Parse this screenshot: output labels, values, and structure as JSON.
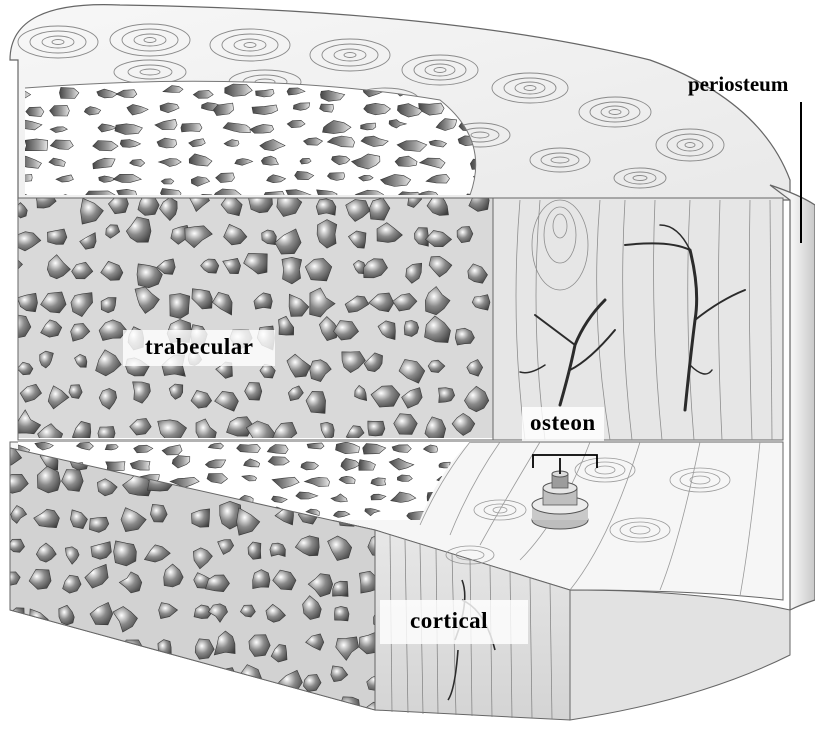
{
  "diagram": {
    "labels": {
      "periosteum": "periosteum",
      "trabecular": "trabecular",
      "osteon": "osteon",
      "cortical": "cortical"
    },
    "colors": {
      "outline": "#555555",
      "bone_surface": "#f2f2f2",
      "face_shade": "#e3e3e3",
      "pore_dark": "#555555",
      "pore_mid": "#9a9a9a",
      "label_background": "#ffffff"
    }
  }
}
